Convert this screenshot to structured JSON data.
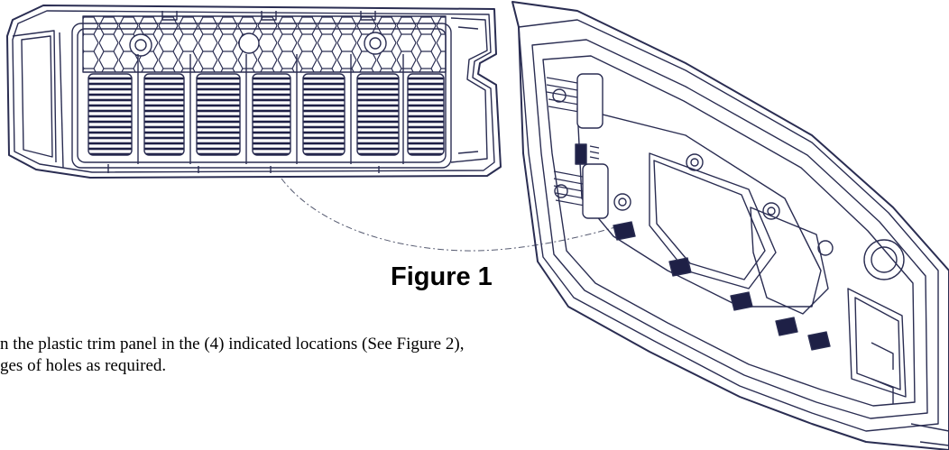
{
  "figure": {
    "caption": "Figure 1"
  },
  "instructions": {
    "line1": "n the plastic trim panel in the (4) indicated locations (See Figure 2),",
    "line2": "ges of holes as required."
  },
  "colors": {
    "line": "#2a2d52",
    "fill_dark": "#1e2046"
  }
}
